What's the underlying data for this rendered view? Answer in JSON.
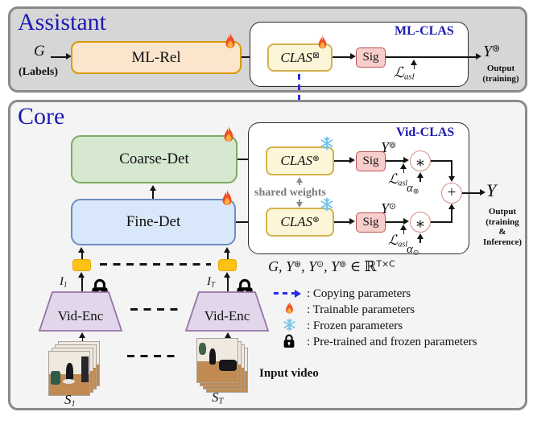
{
  "assistant": {
    "title": "Assistant",
    "input": {
      "symbol": "G",
      "caption": "(Labels)"
    },
    "mlrel_label": "ML-Rel",
    "panel_title": "ML-CLAS",
    "clas": {
      "base": "CLAS",
      "sup": "⊠"
    },
    "sig_label": "Sig",
    "loss": {
      "base": "ℒ",
      "sub": "asl"
    },
    "output": {
      "base": "Y",
      "sup": "⊛",
      "line1": "Output",
      "line2": "(training)"
    }
  },
  "core": {
    "title": "Core",
    "coarse_label": "Coarse-Det",
    "fine_label": "Fine-Det",
    "panel_title": "Vid-CLAS",
    "clas_top": {
      "base": "CLAS",
      "sup": "⊗"
    },
    "clas_bottom": {
      "base": "CLAS",
      "sup": "⊗"
    },
    "shared_weights": "shared weights",
    "sig_top": "Sig",
    "sig_bottom": "Sig",
    "y_top": {
      "base": "Y",
      "sup": "⊚"
    },
    "y_bottom": {
      "base": "Y",
      "sup": "⊙"
    },
    "loss_top": {
      "base": "ℒ",
      "sub": "asl"
    },
    "loss_bottom": {
      "base": "ℒ",
      "sub": "asl"
    },
    "alpha_top": {
      "base": "α",
      "sub": "⊚"
    },
    "alpha_bottom": {
      "base": "α",
      "sub": "⊙"
    },
    "mult_top": "∗",
    "mult_bottom": "∗",
    "sum": "+",
    "output": {
      "base": "Y",
      "line1": "Output",
      "line2": "(training",
      "line3": "&",
      "line4": "Inference)"
    },
    "formula": {
      "p1": "G, Y",
      "s1": "⊛",
      "p2": ", Y",
      "s2": "⊙",
      "p3": ", Y",
      "s3": "⊚",
      "p4": " ∈ ℝ",
      "s4": "T×C"
    },
    "frames": {
      "i_left": {
        "base": "I",
        "sub": "1"
      },
      "i_right": {
        "base": "I",
        "sub": "T"
      },
      "videnc_left": "Vid-Enc",
      "videnc_right": "Vid-Enc",
      "s_left": {
        "base": "S",
        "sub": "1"
      },
      "s_right": {
        "base": "S",
        "sub": "T"
      },
      "input_video": "Input video"
    }
  },
  "legend": {
    "items": [
      {
        "icon": "copy-arrow-icon",
        "label": ": Copying parameters"
      },
      {
        "icon": "flame-icon",
        "label": ": Trainable parameters"
      },
      {
        "icon": "snowflake-icon",
        "label": ": Frozen parameters"
      },
      {
        "icon": "lock-icon",
        "label": ": Pre-trained and frozen parameters"
      }
    ]
  },
  "colors": {
    "accent_blue": "#1b1bb0",
    "copy_arrow_blue": "#2a2ae8",
    "assistant_fill": "#d6d6d6",
    "core_fill": "#f4f4f4",
    "outer_border": "#8a8a8a",
    "mlrel_fill": "#fce5cd",
    "mlrel_border": "#d79b00",
    "clas_fill": "#fdf5d7",
    "clas_border": "#d2b24c",
    "sig_fill": "#f8cecc",
    "sig_border": "#b85450",
    "coarse_fill": "#d7e8d1",
    "coarse_border": "#7cab62",
    "fine_fill": "#d8e7fa",
    "fine_border": "#6c8ebf",
    "videnc_fill": "#e2d6ea",
    "videnc_border": "#9673a6",
    "token_orange": "#ffc112",
    "op_circle_border": "#cf8d85",
    "flame_orange": "#f04e23",
    "snow_blue": "#6fc3ea",
    "shared_gray": "#7a7a7a"
  }
}
